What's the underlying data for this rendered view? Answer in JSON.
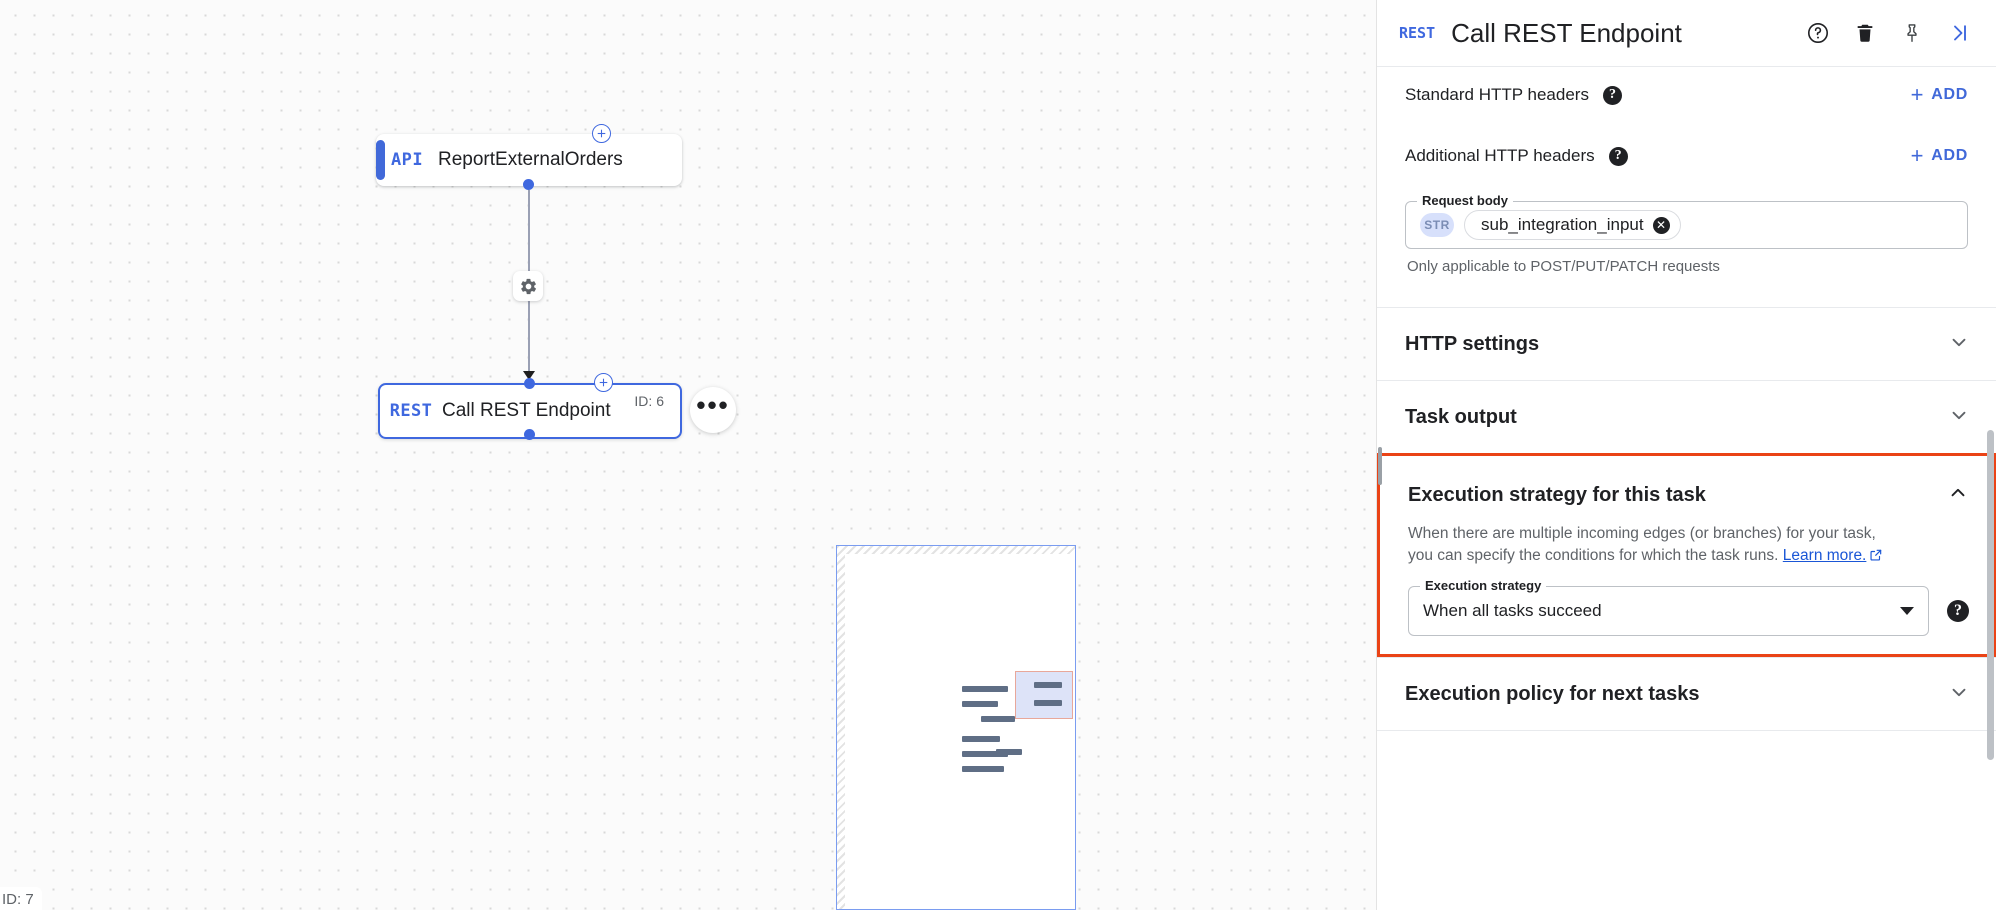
{
  "panel": {
    "header": {
      "badge": "REST",
      "title": "Call REST Endpoint",
      "icons": [
        "help-circle-icon",
        "delete-icon",
        "pin-icon",
        "collapse-panel-icon"
      ]
    },
    "standard_headers": {
      "label": "Standard HTTP headers",
      "help": "?",
      "add_label": "ADD",
      "plus": "+"
    },
    "additional_headers": {
      "label": "Additional HTTP headers",
      "help": "?",
      "add_label": "ADD",
      "plus": "+"
    },
    "request_body": {
      "legend": "Request body",
      "type_chip": "STR",
      "value": "sub_integration_input",
      "clear": "✕",
      "hint": "Only applicable to POST/PUT/PATCH requests"
    },
    "sections": [
      {
        "title": "HTTP settings",
        "expanded": false,
        "chevron": "chevron-down"
      },
      {
        "title": "Task output",
        "expanded": false,
        "chevron": "chevron-down"
      },
      {
        "title": "Execution policy for next tasks",
        "expanded": false,
        "chevron": "chevron-down"
      }
    ],
    "execution_strategy": {
      "title": "Execution strategy for this task",
      "chevron": "chevron-up",
      "description_line1": "When there are multiple incoming edges (or branches) for your task,",
      "description_line2": "you can specify the conditions for which the task runs.",
      "learn_more": "Learn more.",
      "field_legend": "Execution strategy",
      "selected_value": "When all tasks succeed",
      "help": "?",
      "highlight_color": "#ea4316"
    }
  },
  "canvas": {
    "nodes": [
      {
        "badge": "API",
        "title": "ReportExternalOrders",
        "id_label": ""
      },
      {
        "badge": "REST",
        "title": "Call REST Endpoint",
        "id_label": "ID: 6"
      }
    ],
    "add_node_plus": "+",
    "edge_gear": "gear-icon",
    "more_menu": "•••",
    "corner_id": "ID: 7"
  },
  "colors": {
    "accent_blue": "#3f68df",
    "link_blue": "#1a56d6",
    "highlight_orange": "#ea4316",
    "text_primary": "#202124",
    "text_secondary": "#5f6368"
  }
}
